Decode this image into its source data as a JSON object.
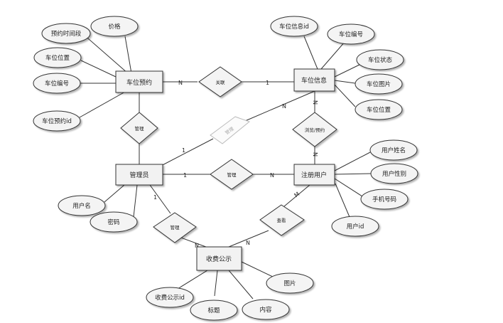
{
  "entities": {
    "parking_booking": "车位预约",
    "parking_info": "车位信息",
    "admin": "管理员",
    "registered_user": "注册用户",
    "fee_notice": "收费公示"
  },
  "attributes": {
    "booking_period": "预约时间段",
    "price": "价格",
    "booking_location": "车位位置",
    "booking_number": "车位编号",
    "booking_id": "车位预约id",
    "info_id": "车位信息id",
    "info_number": "车位编号",
    "info_status": "车位状态",
    "info_image": "车位图片",
    "info_location": "车位位置",
    "username": "用户名",
    "password": "密码",
    "user_name": "用户姓名",
    "user_gender": "用户性别",
    "user_phone": "手机号码",
    "user_id": "用户id",
    "notice_id": "收费公示id",
    "notice_title": "标题",
    "notice_content": "内容",
    "notice_image": "图片"
  },
  "relationships": {
    "relate": "关联",
    "manage_booking": "管理",
    "manage_info": "管理",
    "manage_user": "管理",
    "browse_book": "浏览/预约",
    "manage_notice": "管理",
    "view_notice": "查看"
  },
  "cardinalities": {
    "booking_relate": "N",
    "relate_info": "1",
    "info_admin_n": "N",
    "info_admin_1": "1",
    "info_browse": "N",
    "browse_user": "N",
    "admin_user_1": "1",
    "admin_user_n": "N",
    "admin_notice_1": "1",
    "admin_notice_n": "N",
    "user_notice_m": "M",
    "notice_view_n": "N"
  }
}
